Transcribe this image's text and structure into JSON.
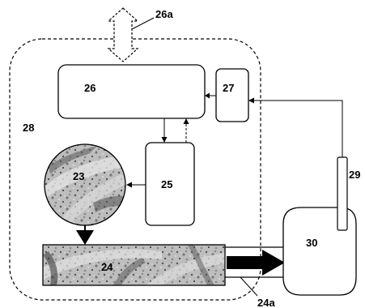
{
  "labels": {
    "ref_26a": "26a",
    "ref_26": "26",
    "ref_27": "27",
    "ref_28": "28",
    "ref_23": "23",
    "ref_25": "25",
    "ref_29": "29",
    "ref_30": "30",
    "ref_24": "24",
    "ref_24a": "24a"
  },
  "colors": {
    "stroke": "#000000",
    "texture_light": "#d8d8d8",
    "texture_mid": "#9a9a9a",
    "texture_dark": "#3a3a3a"
  }
}
